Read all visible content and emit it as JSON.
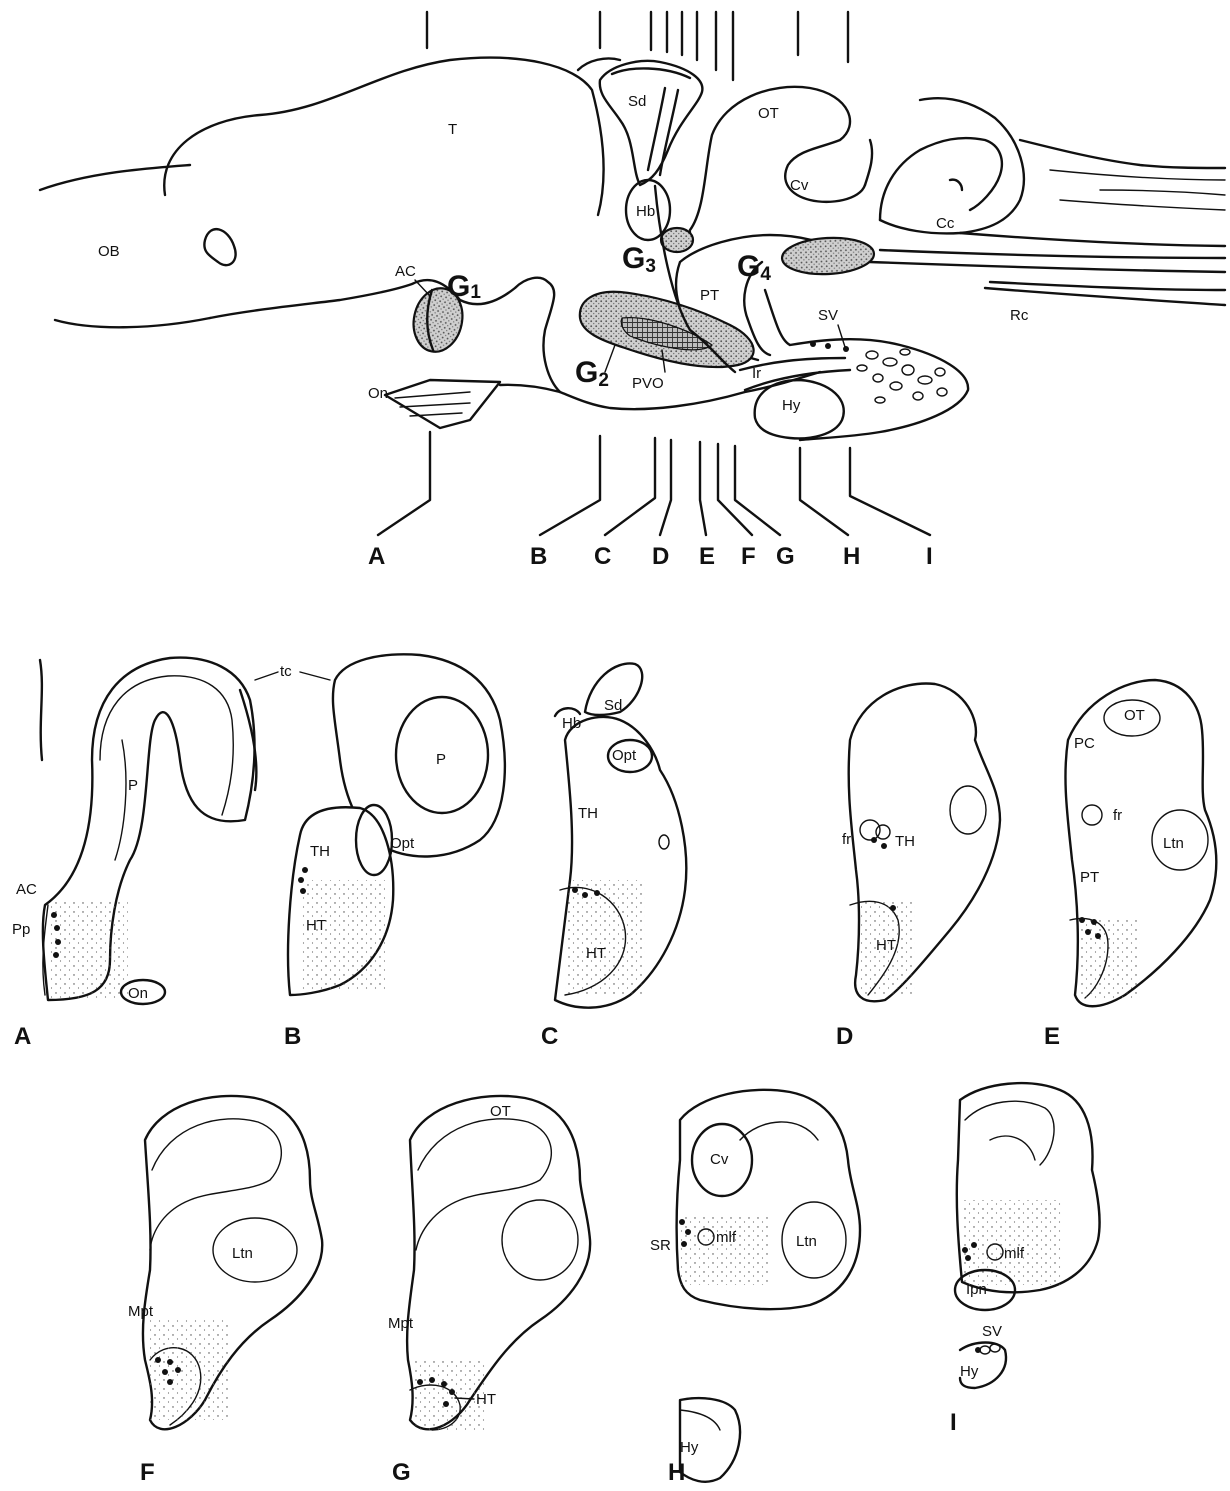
{
  "sagittal_labels": {
    "T": "T",
    "OB": "OB",
    "AC": "AC",
    "On": "On",
    "Sd": "Sd",
    "Hb": "Hb",
    "OT": "OT",
    "Cv": "Cv",
    "Cc": "Cc",
    "PT": "PT",
    "Rc": "Rc",
    "SV": "SV",
    "PVO": "PVO",
    "Ir": "Ir",
    "Hy": "Hy"
  },
  "groups": {
    "g1": {
      "letter": "G",
      "sub": "1"
    },
    "g2": {
      "letter": "G",
      "sub": "2"
    },
    "g3": {
      "letter": "G",
      "sub": "3"
    },
    "g4": {
      "letter": "G",
      "sub": "4"
    }
  },
  "section_planes": [
    "A",
    "B",
    "C",
    "D",
    "E",
    "F",
    "G",
    "H",
    "I"
  ],
  "panels": {
    "A": {
      "letter": "A",
      "labels": {
        "P": "P",
        "AC": "AC",
        "Pp": "Pp",
        "On": "On",
        "tc": "tc"
      }
    },
    "B": {
      "letter": "B",
      "labels": {
        "P": "P",
        "TH": "TH",
        "Opt": "Opt",
        "HT": "HT"
      }
    },
    "C": {
      "letter": "C",
      "labels": {
        "Sd": "Sd",
        "Hb": "Hb",
        "Opt": "Opt",
        "TH": "TH",
        "HT": "HT"
      }
    },
    "D": {
      "letter": "D",
      "labels": {
        "fr": "fr",
        "TH": "TH",
        "HT": "HT"
      }
    },
    "E": {
      "letter": "E",
      "labels": {
        "OT": "OT",
        "PC": "PC",
        "fr": "fr",
        "Ltn": "Ltn",
        "PT": "PT"
      }
    },
    "F": {
      "letter": "F",
      "labels": {
        "Ltn": "Ltn",
        "Mpt": "Mpt"
      }
    },
    "G": {
      "letter": "G",
      "labels": {
        "OT": "OT",
        "Mpt": "Mpt",
        "HT": "HT"
      }
    },
    "H": {
      "letter": "H",
      "labels": {
        "Cv": "Cv",
        "SR": "SR",
        "mlf": "mlf",
        "Ltn": "Ltn",
        "Hy": "Hy"
      }
    },
    "I": {
      "letter": "I",
      "labels": {
        "mlf": "mlf",
        "Ipn": "Ipn",
        "SV": "SV",
        "Hy": "Hy"
      }
    }
  }
}
